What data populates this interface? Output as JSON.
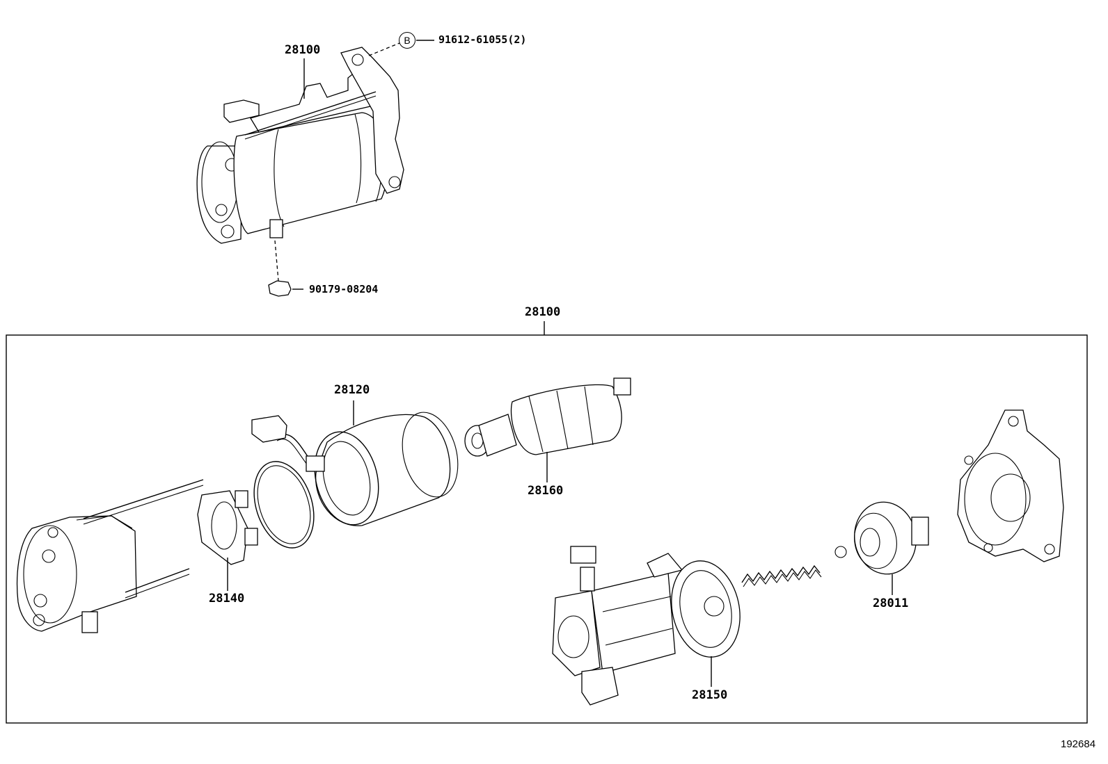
{
  "labels": {
    "assembly_top": "28100",
    "bolt": "91612-61055(2)",
    "bolt_marker": "B",
    "nut": "90179-08204",
    "assembly_box": "28100",
    "yoke": "28120",
    "armature": "28160",
    "brush_holder": "28140",
    "clutch": "28011",
    "magnetic_switch": "28150"
  },
  "diagram_ref": "192684"
}
